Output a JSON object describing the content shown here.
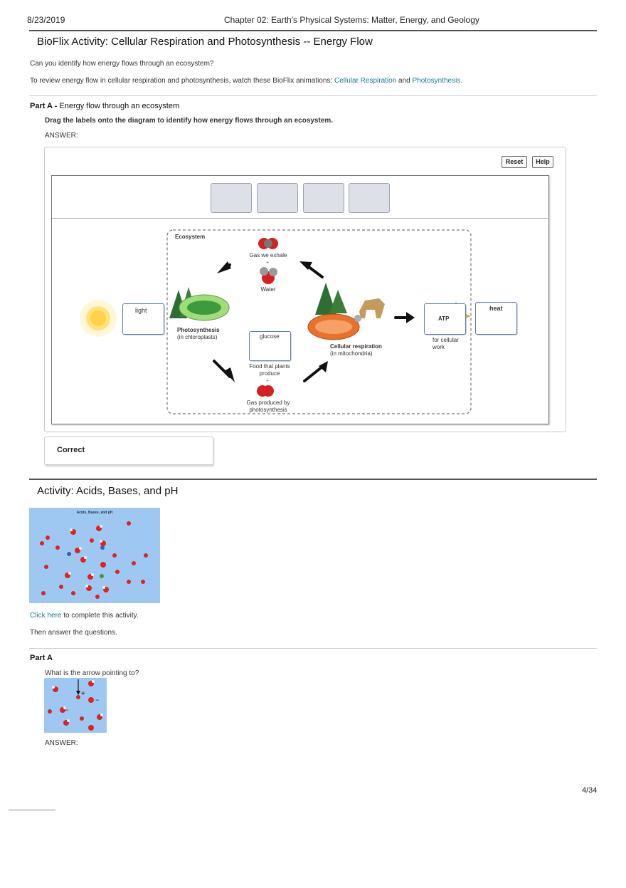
{
  "header": {
    "date": "8/23/2019",
    "title": "Chapter 02: Earth's Physical Systems: Matter, Energy, and Geology"
  },
  "activity1": {
    "title": "BioFlix Activity: Cellular Respiration and Photosynthesis -- Energy Flow",
    "question": "Can you identify how energy flows through an ecosystem?",
    "review_prefix": "To review energy flow in cellular respiration and photosynthesis, watch these BioFlix animations:",
    "link1": "Cellular Respiration",
    "and": "and",
    "link2": "Photosynthesis."
  },
  "partA": {
    "label": "Part A -",
    "label_rest": "Energy flow through an ecosystem",
    "instruction": "Drag the labels onto the diagram to identify how energy flows through an ecosystem.",
    "answer_label": "ANSWER:",
    "reset_button": "Reset",
    "help_button": "Help",
    "feedback": "Correct"
  },
  "diagram": {
    "ecosystem": "Ecosystem",
    "gas_exhale": "Gas we exhale",
    "plus1": "+",
    "water": "Water",
    "light": "light",
    "photosynthesis": "Photosynthesis",
    "chloroplasts": "(in chloroplasts)",
    "glucose": "glucose",
    "food_plants": "Food that plants produce",
    "plus2": "+",
    "gas_produced": "Gas produced by photosynthesis",
    "cellular_respiration": "Cellular respiration",
    "mitochondria": "(in mitochondria)",
    "atp": "ATP",
    "for_work": "for cellular work",
    "heat": "heat"
  },
  "activity2": {
    "title": "Activity: Acids, Bases, and pH",
    "thumb_title": "Acids, Bases, and pH",
    "click_here": "Click here",
    "click_rest": "to complete this activity.",
    "then": "Then answer the questions."
  },
  "partA2": {
    "label": "Part A",
    "question": "What is the arrow pointing to?",
    "answer_label": "ANSWER:"
  },
  "footer": {
    "page": "4/34"
  },
  "colors": {
    "link": "#1a7a96",
    "thumb_bg": "#9ec8f2",
    "drop_border": "#5b7db6"
  }
}
